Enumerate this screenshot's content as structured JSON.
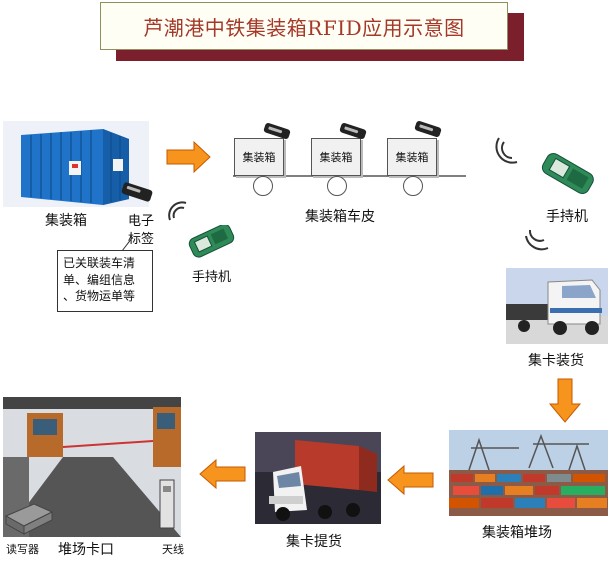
{
  "title": "芦潮港中铁集装箱RFID应用示意图",
  "labels": {
    "container": "集装箱",
    "e_tag_line1": "电子",
    "e_tag_line2": "标签",
    "handheld_left": "手持机",
    "conveyor": "集装箱车皮",
    "handheld_right": "手持机",
    "truck_loading": "集卡装货",
    "yard": "集装箱堆场",
    "truck_pickup": "集卡提货",
    "gate": "堆场卡口",
    "reader": "读写器",
    "antenna": "天线"
  },
  "note": [
    "已关联装车清",
    "单、编组信息",
    "、货物运单等"
  ],
  "conveyor_boxes": [
    "集装箱",
    "集装箱",
    "集装箱"
  ],
  "colors": {
    "arrow_fill": "#f7941d",
    "arrow_stroke": "#c65a00",
    "title_text": "#a4392a",
    "title_shadow": "#7a1f2b",
    "container_blue": "#1f74c9"
  }
}
